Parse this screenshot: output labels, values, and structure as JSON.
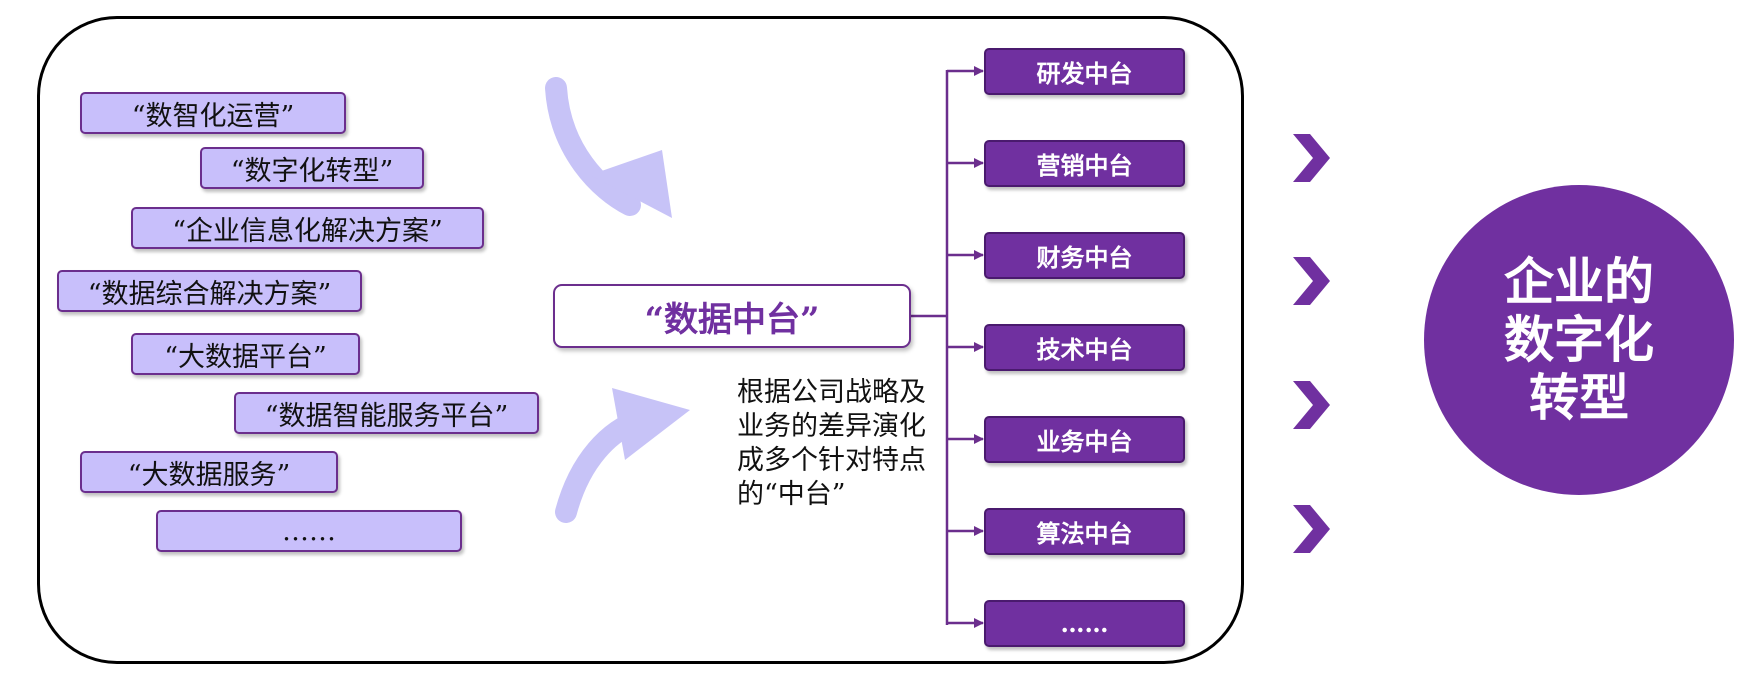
{
  "terms": [
    {
      "label": "“数智化运营”"
    },
    {
      "label": "“数字化转型”"
    },
    {
      "label": "“企业信息化解决方案”"
    },
    {
      "label": "“数据综合解决方案”"
    },
    {
      "label": "“大数据平台”"
    },
    {
      "label": "“数据智能服务平台”"
    },
    {
      "label": "“大数据服务”"
    },
    {
      "label": "……"
    }
  ],
  "center": {
    "label": "“数据中台”"
  },
  "note": {
    "lines": [
      "根据公司战略及",
      "业务的差异演化",
      "成多个针对特点",
      "的“中台”"
    ]
  },
  "middle_platforms": [
    {
      "label": "研发中台"
    },
    {
      "label": "营销中台"
    },
    {
      "label": "财务中台"
    },
    {
      "label": "技术中台"
    },
    {
      "label": "业务中台"
    },
    {
      "label": "算法中台"
    },
    {
      "label": "……"
    }
  ],
  "result": {
    "lines": [
      "企业的",
      "数字化",
      "转型"
    ]
  },
  "colors": {
    "purple": "#7030a0",
    "lavender": "#c8bffb",
    "arrow": "#c7c3f7"
  }
}
